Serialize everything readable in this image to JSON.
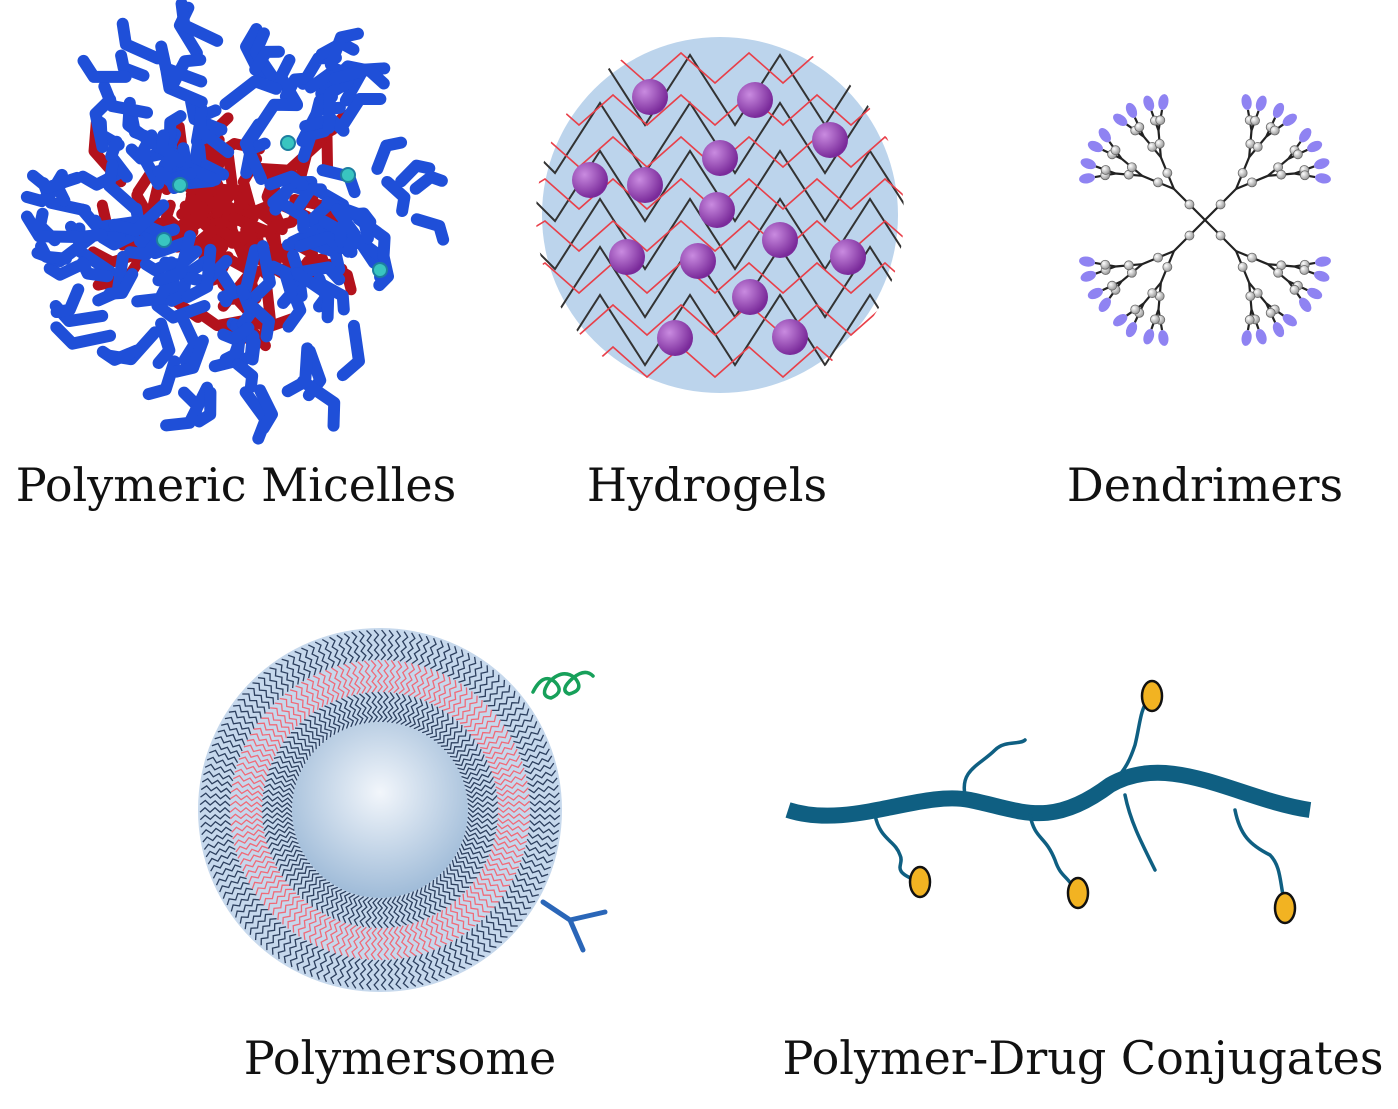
{
  "colors": {
    "micelle_blue": "#1f4fd8",
    "micelle_red": "#b3121c",
    "micelle_dot": "#39c5c0",
    "hydrogel_bg": "#bcd4ec",
    "hydrogel_ball": "#7a2a9a",
    "hydrogel_red": "#e8404a",
    "dendrimer_line": "#222222",
    "dendrimer_node": "#9a9a9a",
    "dendrimer_tip": "#7b6df0",
    "polymersome_dark": "#2c3f5e",
    "polymersome_pink": "#f06a78",
    "polymersome_fill": "#c6d8ec",
    "polymersome_ligand_green": "#17a05a",
    "polymersome_antibody": "#2a66b8",
    "conjugate_backbone": "#0f5f82",
    "conjugate_drug": "#f2b322"
  },
  "items": [
    {
      "label": "Polymeric Micelles",
      "icon": "polymeric-micelle-icon"
    },
    {
      "label": "Hydrogels",
      "icon": "hydrogel-icon"
    },
    {
      "label": "Dendrimers",
      "icon": "dendrimer-icon"
    },
    {
      "label": "Polymersome",
      "icon": "polymersome-icon"
    },
    {
      "label": "Polymer-Drug Conjugates",
      "icon": "polymer-drug-conjugate-icon"
    }
  ]
}
